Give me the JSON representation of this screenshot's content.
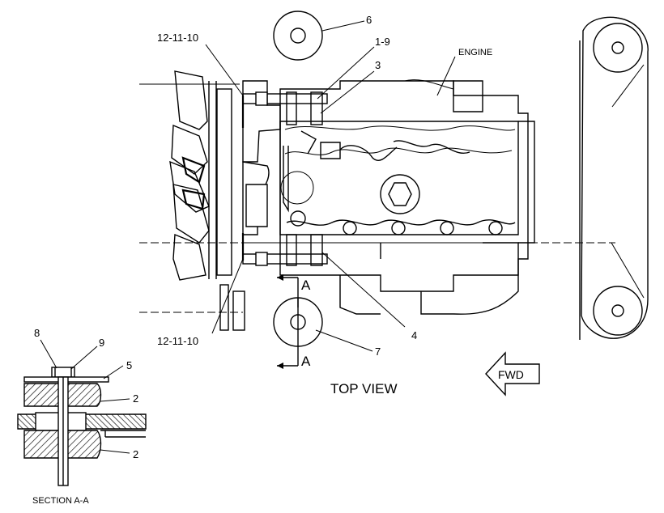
{
  "diagram": {
    "view_label": "TOP VIEW",
    "section_label": "SECTION A-A",
    "forward_label": "FWD",
    "engine_label": "ENGINE",
    "section_marker": "A",
    "callouts": {
      "ref_top": "12-11-10",
      "ref_bottom": "12-11-10",
      "c6": "6",
      "c1_9": "1-9",
      "c3": "3",
      "c4": "4",
      "c7": "7",
      "c8": "8",
      "c9": "9",
      "c5": "5",
      "c2_top": "2",
      "c2_bottom": "2"
    }
  }
}
